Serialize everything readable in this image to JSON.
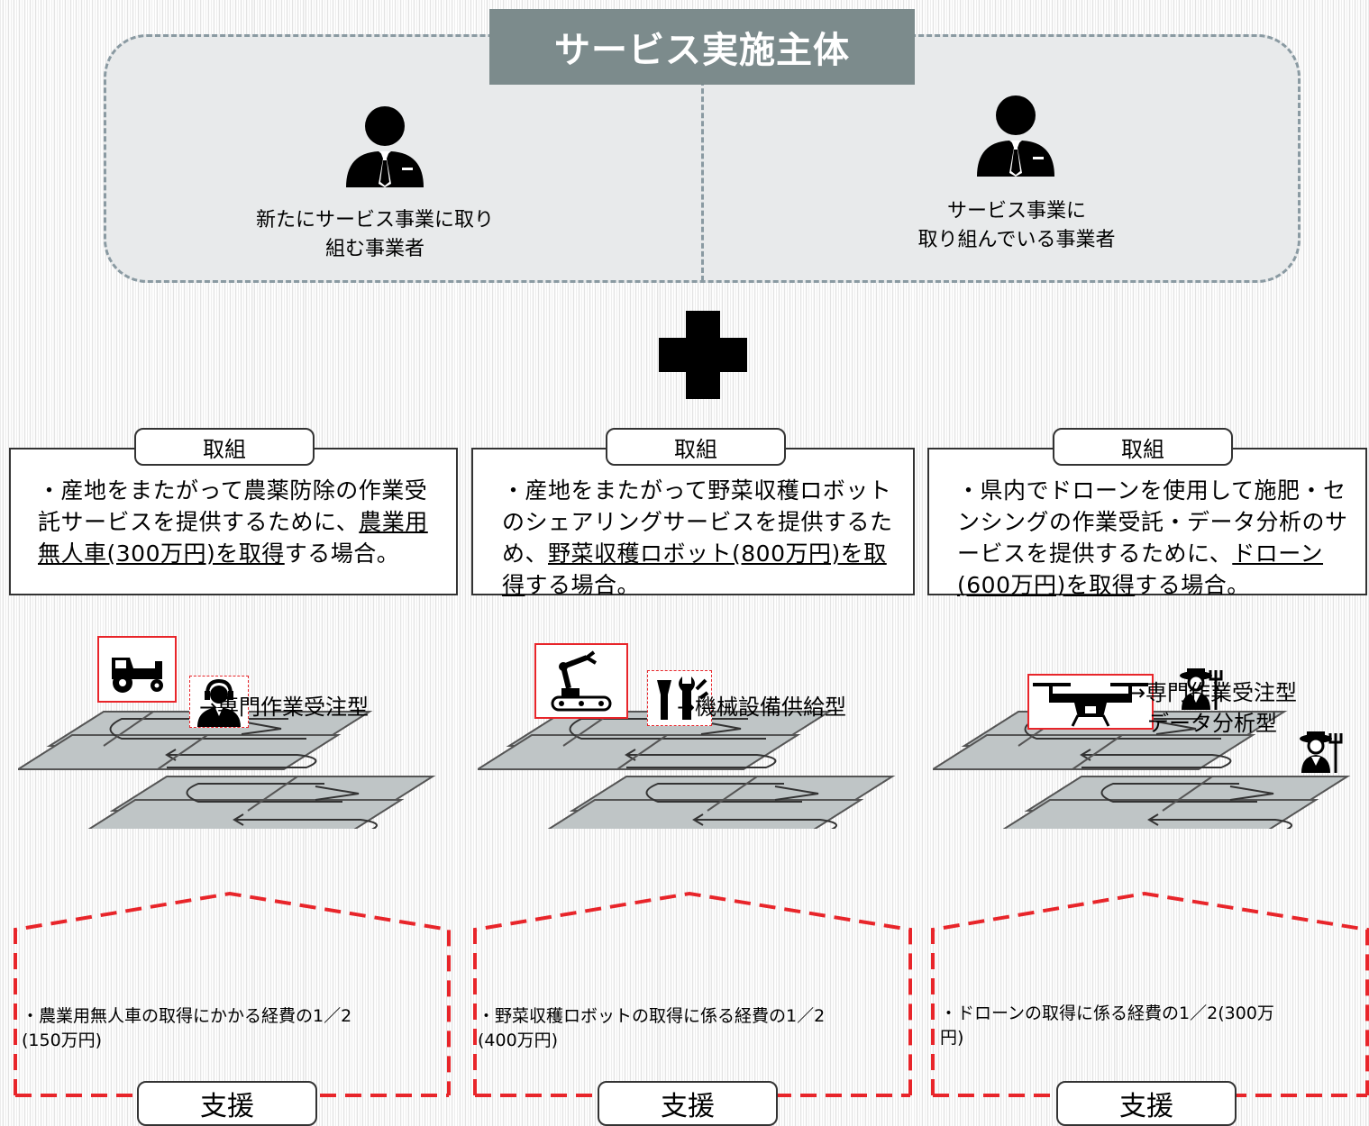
{
  "provider": {
    "title": "サービス実施主体",
    "left_label_line1": "新たにサービス事業に取り",
    "left_label_line2": "組む事業者",
    "right_label_line1": "サービス事業に",
    "right_label_line2": "取り組んでいる事業者"
  },
  "panels": [
    {
      "tag": "取組",
      "desc_a": "・産地をまたがって農薬防除の作業受託サービスを提供するために、",
      "desc_u": "農業用無人車(300万円)を取得",
      "desc_b": "する場合。",
      "type_line1": "→専門作業受注型",
      "type_line2": "",
      "support_line1": "・農業用無人車の取得にかかる経費の1／2",
      "support_line2": "(150万円)",
      "support_tag": "支援"
    },
    {
      "tag": "取組",
      "desc_a": "・産地をまたがって野菜収穫ロボットのシェアリングサービスを提供するため、",
      "desc_u": "野菜収穫ロボット(800万円)を取得",
      "desc_b": "する場合。",
      "type_line1": "→機械設備供給型",
      "type_line2": "",
      "support_line1": "・野菜収穫ロボットの取得に係る経費の1／2",
      "support_line2": "(400万円)",
      "support_tag": "支援"
    },
    {
      "tag": "取組",
      "desc_a": "・県内でドローンを使用して施肥・センシングの作業受託・データ分析のサービスを提供するために、",
      "desc_u": "ドローン(600万円)を取得",
      "desc_b": "する場合。",
      "type_line1": "→専門作業受注型",
      "type_line2": "データ分析型",
      "support_line1": "・ドローンの取得に係る経費の1／2(300万",
      "support_line2": "円)",
      "support_tag": "支援"
    }
  ],
  "colors": {
    "title_bg": "#7c8b8c",
    "dash_border": "#8a9aa2",
    "support_dash": "#e8252a",
    "icon_frame": "#e8252a",
    "field": "#bfc5c6"
  }
}
